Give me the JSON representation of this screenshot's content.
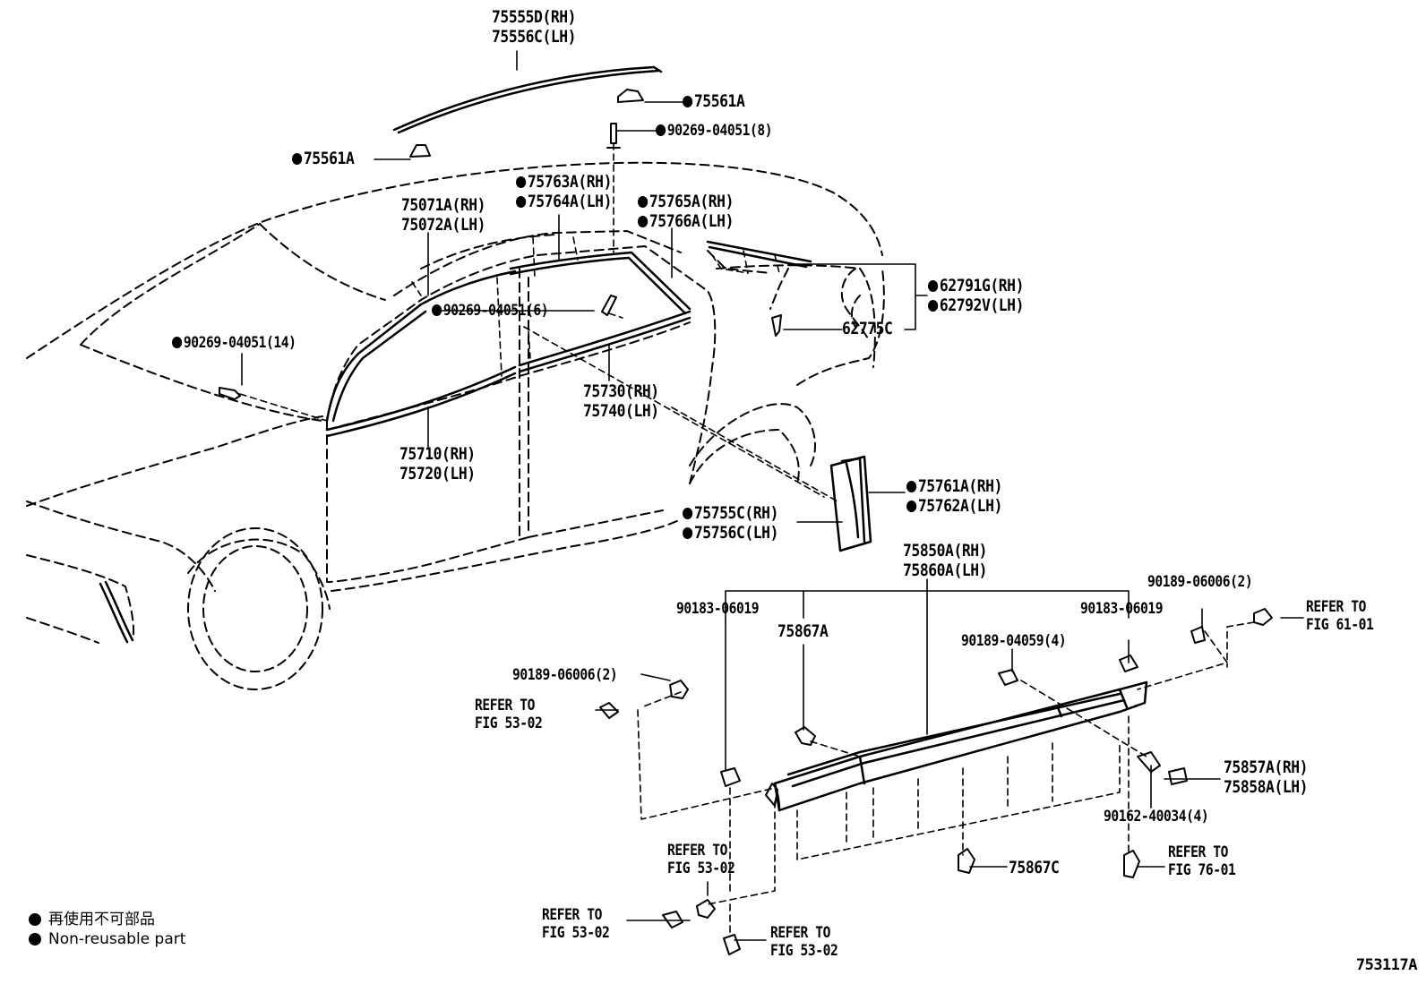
{
  "labels": {
    "belt_molding_rh_lh_top": [
      "75555D(RH)",
      "75556C(LH)"
    ],
    "clip_75561a_right": "75561A",
    "clip_75561a_left": "75561A",
    "clip_90269_8": "90269-04051(8)",
    "roof_molding": [
      "75071A(RH)",
      "75072A(LH)"
    ],
    "molding_75763": [
      "75763A(RH)",
      "75764A(LH)"
    ],
    "molding_75765": [
      "75765A(RH)",
      "75766A(LH)"
    ],
    "ornament_62791": [
      "62791G(RH)",
      "62792V(LH)"
    ],
    "clip_62775c": "62775C",
    "clip_90269_6": "90269-04051(6)",
    "clip_90269_14": "90269-04051(14)",
    "molding_75730": [
      "75730(RH)",
      "75740(LH)"
    ],
    "molding_75710": [
      "75710(RH)",
      "75720(LH)"
    ],
    "garnish_75761": [
      "75761A(RH)",
      "75762A(LH)"
    ],
    "garnish_75755": [
      "75755C(RH)",
      "75756C(LH)"
    ],
    "rocker_75850": [
      "75850A(RH)",
      "75860A(LH)"
    ],
    "clip_90183_left": "90183-06019",
    "clip_75867a": "75867A",
    "clip_90189_04059": "90189-04059(4)",
    "clip_90183_right": "90183-06019",
    "clip_90189_06006_top": "90189-06006(2)",
    "refer_61": [
      "REFER TO",
      "FIG 61-01"
    ],
    "clip_90189_06006_left": "90189-06006(2)",
    "refer_53_a": [
      "REFER TO",
      "FIG 53-02"
    ],
    "molding_75857": [
      "75857A(RH)",
      "75858A(LH)"
    ],
    "screw_90162": "90162-40034(4)",
    "refer_53_b": [
      "REFER TO",
      "FIG 53-02"
    ],
    "clip_75867c": "75867C",
    "refer_76": [
      "REFER TO",
      "FIG 76-01"
    ],
    "refer_53_c": [
      "REFER TO",
      "FIG 53-02"
    ],
    "refer_53_d": [
      "REFER TO",
      "FIG 53-02"
    ]
  },
  "legend": {
    "jp": "再使用不可部品",
    "en": "Non-reusable part"
  },
  "figure_code": "753117A"
}
